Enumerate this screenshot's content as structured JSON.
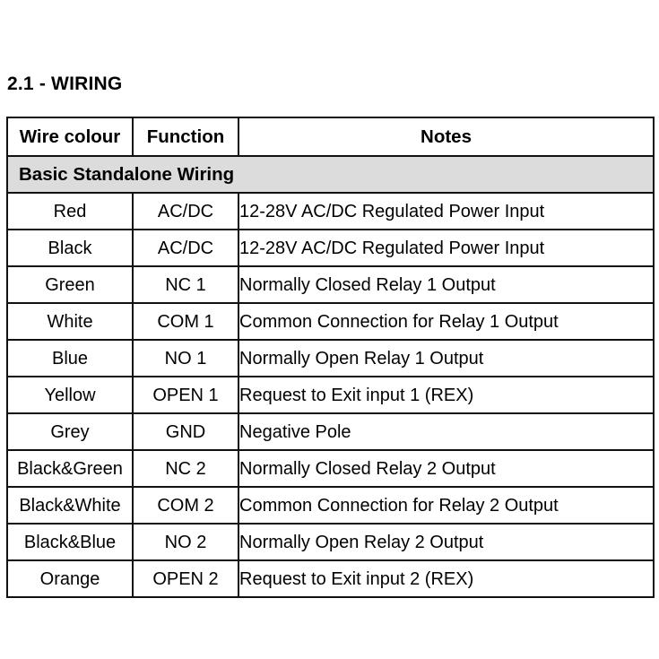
{
  "document": {
    "section_title": "2.1 - WIRING"
  },
  "table": {
    "columns": [
      "Wire colour",
      "Function",
      "Notes"
    ],
    "group_row": "Basic Standalone Wiring",
    "rows": [
      {
        "wire": "Red",
        "function": "AC/DC",
        "notes": "12-28V AC/DC Regulated Power Input"
      },
      {
        "wire": "Black",
        "function": "AC/DC",
        "notes": "12-28V AC/DC Regulated Power Input"
      },
      {
        "wire": "Green",
        "function": "NC 1",
        "notes": "Normally Closed Relay 1 Output"
      },
      {
        "wire": "White",
        "function": "COM 1",
        "notes": "Common Connection for Relay 1 Output"
      },
      {
        "wire": "Blue",
        "function": "NO 1",
        "notes": "Normally Open Relay 1 Output"
      },
      {
        "wire": "Yellow",
        "function": "OPEN 1",
        "notes": "Request to Exit input 1 (REX)"
      },
      {
        "wire": "Grey",
        "function": "GND",
        "notes": "Negative Pole"
      },
      {
        "wire": "Black&Green",
        "function": "NC 2",
        "notes": "Normally Closed Relay 2 Output"
      },
      {
        "wire": "Black&White",
        "function": "COM 2",
        "notes": "Common Connection for Relay 2 Output"
      },
      {
        "wire": "Black&Blue",
        "function": "NO 2",
        "notes": "Normally Open Relay 2 Output"
      },
      {
        "wire": "Orange",
        "function": "OPEN 2",
        "notes": "Request to Exit input 2 (REX)"
      }
    ]
  },
  "colors": {
    "border": "#111111",
    "group_row_background": "#dcdcdc",
    "page_background": "#ffffff",
    "text": "#000000"
  }
}
